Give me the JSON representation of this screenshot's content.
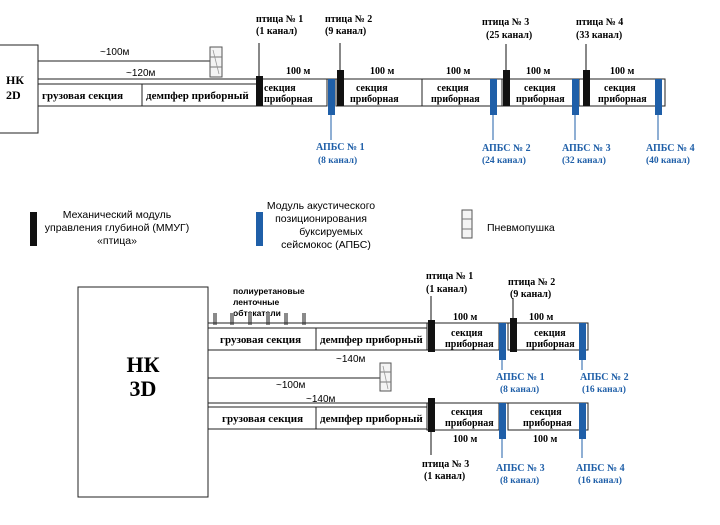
{
  "diagram_2d": {
    "vessel": "НК 2D",
    "vessel_lines": [
      "НК",
      "2D"
    ],
    "dist_100": "~100м",
    "dist_120": "~120м",
    "cargo": "грузовая секция",
    "damper": "демпфер приборный",
    "sections": [
      "секция приборная",
      "секция приборная",
      "секция приборная",
      "секция приборная",
      "секция приборная"
    ],
    "spacing": [
      "100 м",
      "100 м",
      "100 м",
      "100 м",
      "100 м"
    ],
    "birds": [
      {
        "name": "птица № 1",
        "channel": "(1 канал)"
      },
      {
        "name": "птица № 2",
        "channel": "(9 канал)"
      },
      {
        "name": "птица № 3",
        "channel": "(25 канал)"
      },
      {
        "name": "птица № 4",
        "channel": "(33 канал)"
      }
    ],
    "apbs": [
      {
        "name": "АПБС № 1",
        "channel": "(8 канал)"
      },
      {
        "name": "АПБС № 2",
        "channel": "(24 канал)"
      },
      {
        "name": "АПБС № 3",
        "channel": "(32 канал)"
      },
      {
        "name": "АПБС № 4",
        "channel": "(40 канал)"
      }
    ]
  },
  "legend": {
    "mmug": "Механический модуль управления глубиной (ММУГ) «птица»",
    "mmug_lines": [
      "Механический модуль",
      "управления глубиной (ММУГ)",
      "«птица»"
    ],
    "apbs": "Модуль акустического позиционирования буксируемых сейсмокос (АПБС)",
    "apbs_lines": [
      "Модуль акустического",
      "позиционирования",
      "буксируемых",
      "сейсмокос (АПБС)"
    ],
    "airgun": "Пневмопушка"
  },
  "diagram_3d": {
    "vessel": "НК 3D",
    "vessel_lines": [
      "НК",
      "3D"
    ],
    "fairings": "полиуретановые ленточные обтекатели",
    "fairings_lines": [
      "полиуретановые",
      "ленточные",
      "обтекатели"
    ],
    "dist_140a": "~140м",
    "dist_100": "~100м",
    "dist_140b": "~140м",
    "top": {
      "cargo": "грузовая секция",
      "damper": "демпфер приборный",
      "sections": [
        "секция приборная",
        "секция приборная"
      ],
      "spacing": [
        "100 м",
        "100 м"
      ],
      "birds": [
        {
          "name": "птица № 1",
          "channel": "(1 канал)"
        },
        {
          "name": "птица № 2",
          "channel": "(9 канал)"
        }
      ],
      "apbs": [
        {
          "name": "АПБС № 1",
          "channel": "(8 канал)"
        },
        {
          "name": "АПБС № 2",
          "channel": "(16 канал)"
        }
      ]
    },
    "bottom": {
      "cargo": "грузовая секция",
      "damper": "демпфер приборный",
      "sections": [
        "секция приборная",
        "секция приборная"
      ],
      "spacing": [
        "100 м",
        "100 м"
      ],
      "birds": [
        {
          "name": "птица № 3",
          "channel": "(1 канал)"
        }
      ],
      "apbs": [
        {
          "name": "АПБС № 3",
          "channel": "(8 канал)"
        },
        {
          "name": "АПБС № 4",
          "channel": "(16 канал)"
        }
      ]
    }
  },
  "colors": {
    "line": "#111111",
    "bird": "#111111",
    "apbs": "#1f5fa8",
    "apbs_text": "#1f5fa8",
    "fairing": "#8a8a8a",
    "fill": "#ffffff"
  }
}
